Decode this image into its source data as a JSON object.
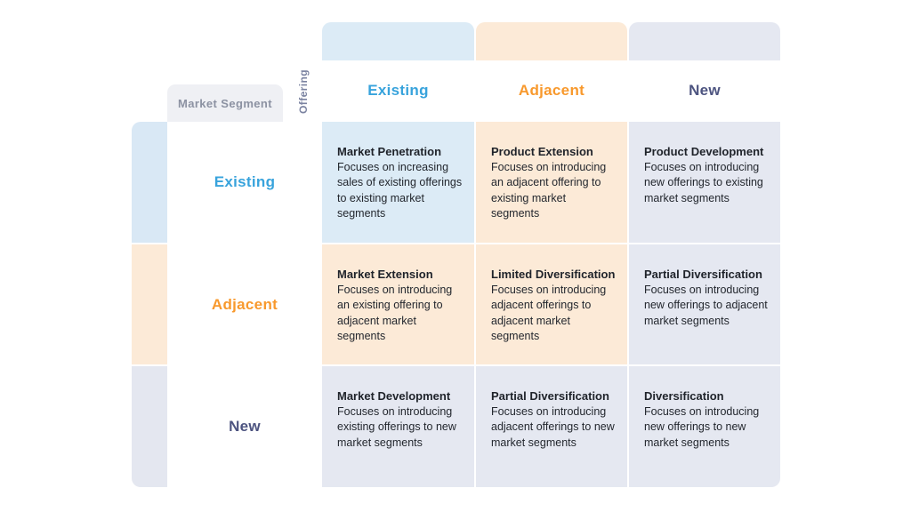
{
  "colors": {
    "blue_accent": "#38a3dc",
    "orange_accent": "#f8992d",
    "slate_accent": "#4d5480",
    "cell_blue": "#dcebf6",
    "cell_peach": "#fcead7",
    "cell_gray": "#e5e8f1",
    "corner_tab_bg": "#eff0f4",
    "corner_tab_text": "#8c92a2"
  },
  "matrix": {
    "axis_column_label": "Offering",
    "axis_row_label": "Market Segment",
    "columns": [
      {
        "label": "Existing",
        "tone": "blue"
      },
      {
        "label": "Adjacent",
        "tone": "orange"
      },
      {
        "label": "New",
        "tone": "slate"
      }
    ],
    "rows": [
      {
        "label": "Existing",
        "tone": "blue"
      },
      {
        "label": "Adjacent",
        "tone": "orange"
      },
      {
        "label": "New",
        "tone": "slate"
      }
    ],
    "cells": [
      [
        {
          "title": "Market Penetration",
          "body": "Focuses on increasing sales of existing offerings  to existing market segments",
          "tone": "blue"
        },
        {
          "title": "Product Extension",
          "body": "Focuses on introducing an adjacent offering to existing market segments",
          "tone": "peach"
        },
        {
          "title": "Product Development",
          "body": "Focuses on introducing new offerings to existing market segments",
          "tone": "gray"
        }
      ],
      [
        {
          "title": "Market Extension",
          "body": "Focuses on introducing an existing offering to adjacent market segments",
          "tone": "peach"
        },
        {
          "title": "Limited Diversification",
          "body": "Focuses on introducing adjacent offerings to adjacent market segments",
          "tone": "peach"
        },
        {
          "title": "Partial Diversification",
          "body": "Focuses on introducing new offerings to adjacent market segments",
          "tone": "gray"
        }
      ],
      [
        {
          "title": "Market Development",
          "body": "Focuses on introducing existing offerings to new market segments",
          "tone": "gray"
        },
        {
          "title": "Partial Diversification",
          "body": "Focuses on introducing adjacent offerings to new market segments",
          "tone": "gray"
        },
        {
          "title": "Diversification",
          "body": "Focuses on introducing new offerings to new market segments",
          "tone": "gray"
        }
      ]
    ]
  }
}
